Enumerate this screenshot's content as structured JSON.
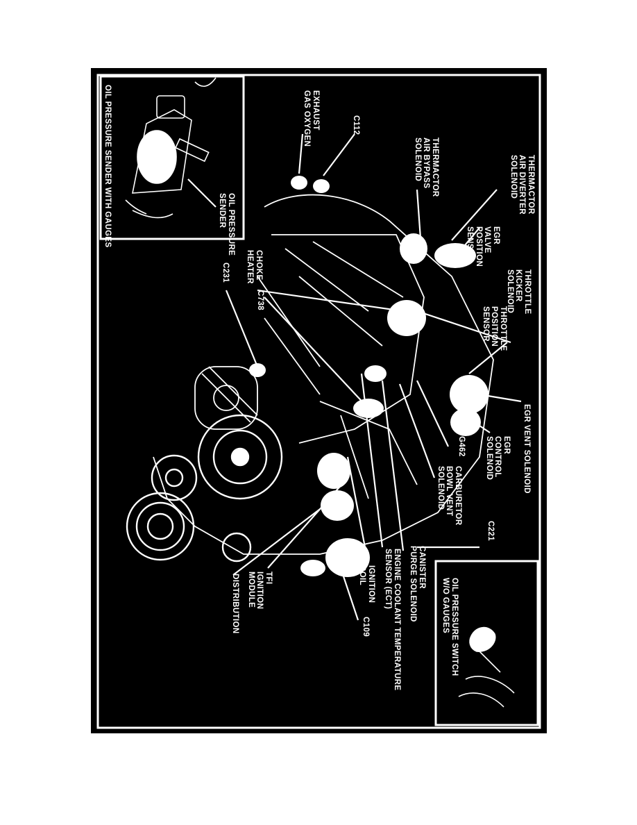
{
  "colors": {
    "page_background": "#ffffff",
    "plate_background": "#000000",
    "ink": "#ffffff"
  },
  "insets": {
    "sender_caption": "OIL PRESSURE SENDER WITH GAUGES",
    "switch_caption": "OIL PRESSURE SWITCH\nW/O GAUGES"
  },
  "labels": {
    "oil_pressure_sender": "OIL PRESSURE\nSENDER",
    "exhaust_gas_oxygen": "EXHAUST\nGAS OXYGEN",
    "c112": "C112",
    "thermactor_air_bypass": "THERMACTOR\nAIR BYPASS\nSOLENOID",
    "thermactor_air_diverter": "THERMACTOR\nAIR DIVERTER\nSOLENOID",
    "egr_valve_position": "EGR\nVALVE\nPOSITION\nSENSOR",
    "throttle_kicker": "THROTTLE\nKICKER\nSOLENOID",
    "throttle_position": "THROTTLE\nPOSITION\nSENSOR",
    "choke_heater": "CHOKE\nHEATER",
    "c738": "C738",
    "c231": "C231",
    "egr_vent": "EGR VENT SOLENOID",
    "egr_control": "EGR\nCONTROL\nSOLENOID",
    "g462": "G462",
    "carburetor_bowl_vent": "CARBURETOR\nBOWL VENT\nSOLENOID",
    "c221": "C221",
    "canister_purge": "CANISTER\nPURGE SOLENOID",
    "engine_coolant_temp": "ENGINE COOLANT TEMPERATURE\nSENSOR (ECT)",
    "ignition_coil": "IGNITION\nCOIL",
    "c109": "C109",
    "tfi_module": "TFI\nIGNITION\nMODULE",
    "distribution": "DISTRIBUTION"
  }
}
